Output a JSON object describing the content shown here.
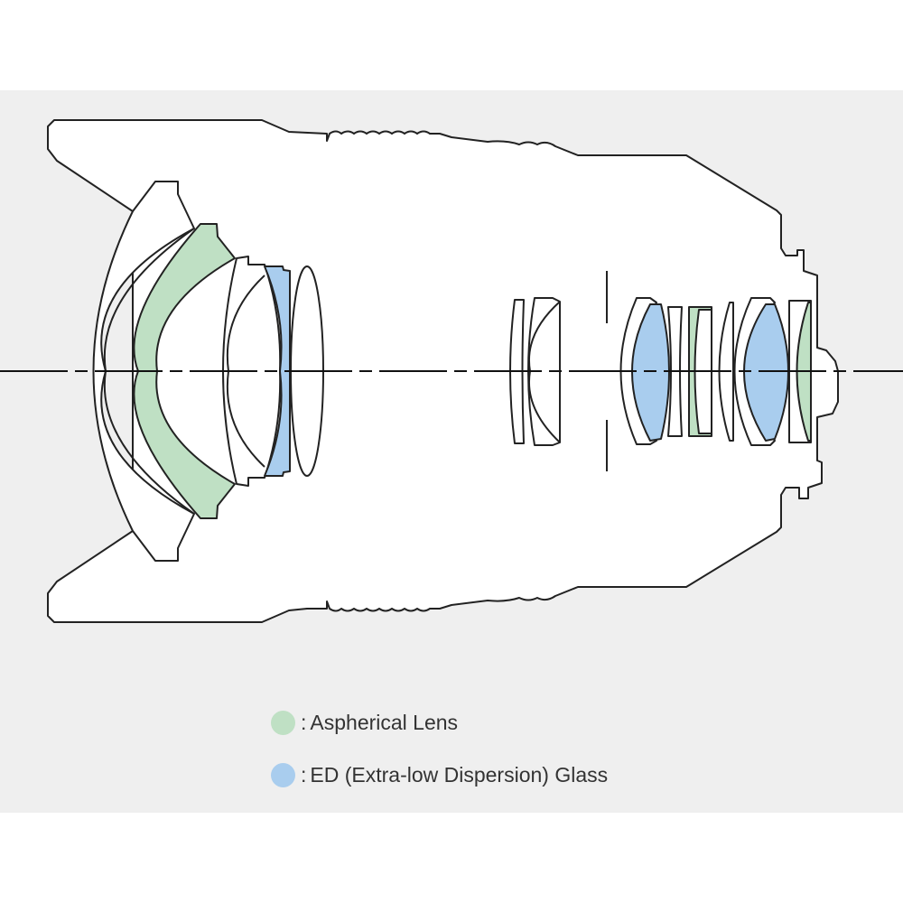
{
  "colors": {
    "aspherical": "#bfe0c4",
    "ed_glass": "#a9cdee",
    "background": "#efefef",
    "line": "#222222"
  },
  "legend": [
    {
      "label": "Aspherical Lens",
      "color_key": "aspherical"
    },
    {
      "label": "ED (Extra-low Dispersion) Glass",
      "color_key": "ed_glass"
    }
  ],
  "legend_separator": ":"
}
